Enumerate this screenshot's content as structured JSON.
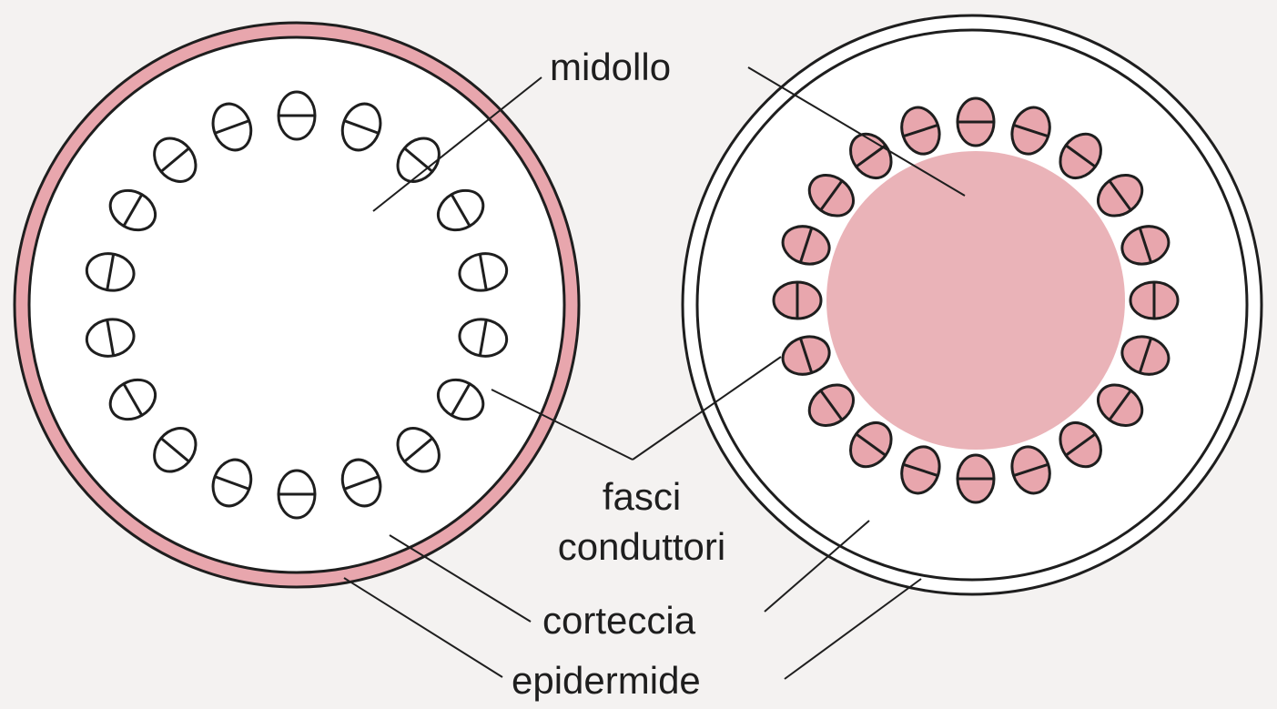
{
  "labels": {
    "pith": "midollo",
    "bundles_line1": "fasci",
    "bundles_line2": "conduttori",
    "cortex": "corteccia",
    "epidermis": "epidermide"
  },
  "colors": {
    "background": "#f4f2f1",
    "ink": "#1e1e1e",
    "tissue_pink": "#e8a6ad",
    "pith_pink": "#eab3b8",
    "white": "#ffffff"
  },
  "stems": [
    {
      "name": "stem-left",
      "epidermis": "pink",
      "cortex": "white",
      "pith": "white",
      "bundles": "white"
    },
    {
      "name": "stem-right",
      "epidermis": "white",
      "cortex": "white",
      "pith": "pink",
      "bundles": "pink"
    }
  ]
}
